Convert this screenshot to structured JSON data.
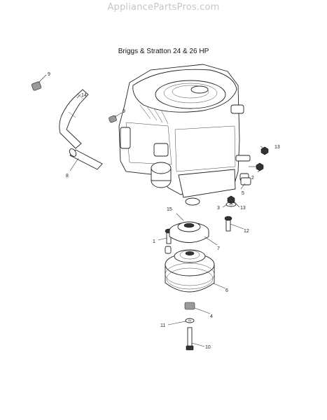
{
  "watermark": "AppliancePartsPros.com",
  "title": "Briggs & Stratton 24 & 26 HP",
  "callouts": {
    "c1": "1",
    "c2": "2",
    "c3": "3",
    "c4": "4",
    "c5": "5",
    "c6": "6",
    "c7": "7",
    "c8": "8",
    "c9a": "9",
    "c9b": "9",
    "c10": "10",
    "c11": "11",
    "c12": "12",
    "c13a": "13",
    "c13b": "13",
    "c14": "14",
    "c15": "15"
  }
}
